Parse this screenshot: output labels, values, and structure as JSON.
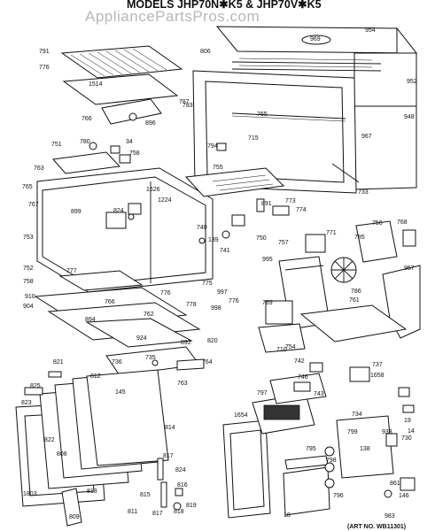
{
  "title": "MODELS JHP70N✱K5 & JHP70V✱K5",
  "watermark": "AppliancePartsPros.com",
  "art_number": "(ART NO. WB11301)",
  "callouts": [
    {
      "id": "c791",
      "label": "791"
    },
    {
      "id": "c776",
      "label": "776"
    },
    {
      "id": "c1514",
      "label": "1514"
    },
    {
      "id": "c787",
      "label": "787"
    },
    {
      "id": "c766",
      "label": "766"
    },
    {
      "id": "c896",
      "label": "896"
    },
    {
      "id": "c806",
      "label": "806"
    },
    {
      "id": "c969",
      "label": "969"
    },
    {
      "id": "c954",
      "label": "954"
    },
    {
      "id": "c952",
      "label": "952"
    },
    {
      "id": "c783",
      "label": "783"
    },
    {
      "id": "c765a",
      "label": "765"
    },
    {
      "id": "c948",
      "label": "948"
    },
    {
      "id": "c967",
      "label": "967"
    },
    {
      "id": "c715",
      "label": "715"
    },
    {
      "id": "c733",
      "label": "733"
    },
    {
      "id": "c751",
      "label": "751"
    },
    {
      "id": "c780",
      "label": "780"
    },
    {
      "id": "c34",
      "label": "34"
    },
    {
      "id": "c758",
      "label": "758"
    },
    {
      "id": "c794",
      "label": "794"
    },
    {
      "id": "c763",
      "label": "763"
    },
    {
      "id": "c755",
      "label": "755"
    },
    {
      "id": "c765",
      "label": "765"
    },
    {
      "id": "c1526",
      "label": "1526"
    },
    {
      "id": "c767",
      "label": "767"
    },
    {
      "id": "c899",
      "label": "899"
    },
    {
      "id": "c824",
      "label": "824"
    },
    {
      "id": "c1224",
      "label": "1224"
    },
    {
      "id": "c891",
      "label": "891"
    },
    {
      "id": "c773",
      "label": "773"
    },
    {
      "id": "c774",
      "label": "774"
    },
    {
      "id": "c771",
      "label": "771"
    },
    {
      "id": "c756",
      "label": "756"
    },
    {
      "id": "c768",
      "label": "768"
    },
    {
      "id": "c753",
      "label": "753"
    },
    {
      "id": "c740",
      "label": "740"
    },
    {
      "id": "c139",
      "label": "139"
    },
    {
      "id": "c750",
      "label": "750"
    },
    {
      "id": "c757",
      "label": "757"
    },
    {
      "id": "c785",
      "label": "785"
    },
    {
      "id": "c741",
      "label": "741"
    },
    {
      "id": "c752",
      "label": "752"
    },
    {
      "id": "c777",
      "label": "777"
    },
    {
      "id": "c995",
      "label": "995"
    },
    {
      "id": "c957",
      "label": "957"
    },
    {
      "id": "c758b",
      "label": "758"
    },
    {
      "id": "c776b",
      "label": "776"
    },
    {
      "id": "c775",
      "label": "775"
    },
    {
      "id": "c997",
      "label": "997"
    },
    {
      "id": "c786",
      "label": "786"
    },
    {
      "id": "c910",
      "label": "910"
    },
    {
      "id": "c766b",
      "label": "766"
    },
    {
      "id": "c778",
      "label": "778"
    },
    {
      "id": "c904",
      "label": "904"
    },
    {
      "id": "c998",
      "label": "998"
    },
    {
      "id": "c762",
      "label": "762"
    },
    {
      "id": "c776c",
      "label": "776"
    },
    {
      "id": "c769",
      "label": "769"
    },
    {
      "id": "c761",
      "label": "761"
    },
    {
      "id": "c820",
      "label": "820"
    },
    {
      "id": "c894",
      "label": "894"
    },
    {
      "id": "c924",
      "label": "924"
    },
    {
      "id": "c892",
      "label": "892"
    },
    {
      "id": "c754",
      "label": "754"
    },
    {
      "id": "c710",
      "label": "710"
    },
    {
      "id": "c821",
      "label": "821"
    },
    {
      "id": "c736",
      "label": "736"
    },
    {
      "id": "c735",
      "label": "735"
    },
    {
      "id": "c764",
      "label": "764"
    },
    {
      "id": "c742",
      "label": "742"
    },
    {
      "id": "c737",
      "label": "737"
    },
    {
      "id": "c825",
      "label": "825"
    },
    {
      "id": "c812",
      "label": "812"
    },
    {
      "id": "c145",
      "label": "145"
    },
    {
      "id": "c763b",
      "label": "763"
    },
    {
      "id": "c746",
      "label": "746"
    },
    {
      "id": "c1658",
      "label": "1658"
    },
    {
      "id": "c797",
      "label": "797"
    },
    {
      "id": "c743",
      "label": "743"
    },
    {
      "id": "c1654",
      "label": "1654"
    },
    {
      "id": "c734",
      "label": "734"
    },
    {
      "id": "c823",
      "label": "823"
    },
    {
      "id": "c799",
      "label": "799"
    },
    {
      "id": "c938",
      "label": "938"
    },
    {
      "id": "c730",
      "label": "730"
    },
    {
      "id": "c822",
      "label": "822"
    },
    {
      "id": "c808",
      "label": "808"
    },
    {
      "id": "c814",
      "label": "814"
    },
    {
      "id": "c817a",
      "label": "817"
    },
    {
      "id": "c824b",
      "label": "824"
    },
    {
      "id": "c795",
      "label": "795"
    },
    {
      "id": "c798",
      "label": "798"
    },
    {
      "id": "c138",
      "label": "138"
    },
    {
      "id": "c19",
      "label": "19"
    },
    {
      "id": "c14",
      "label": "14"
    },
    {
      "id": "c1803",
      "label": "1803"
    },
    {
      "id": "c809",
      "label": "809"
    },
    {
      "id": "c813",
      "label": "813"
    },
    {
      "id": "c811",
      "label": "811"
    },
    {
      "id": "c815",
      "label": "815"
    },
    {
      "id": "c817",
      "label": "817"
    },
    {
      "id": "c818",
      "label": "818"
    },
    {
      "id": "c816",
      "label": "816"
    },
    {
      "id": "c819",
      "label": "819"
    },
    {
      "id": "c796",
      "label": "796"
    },
    {
      "id": "c146",
      "label": "146"
    },
    {
      "id": "c861",
      "label": "861"
    },
    {
      "id": "c983",
      "label": "983"
    },
    {
      "id": "c18",
      "label": "18"
    }
  ]
}
